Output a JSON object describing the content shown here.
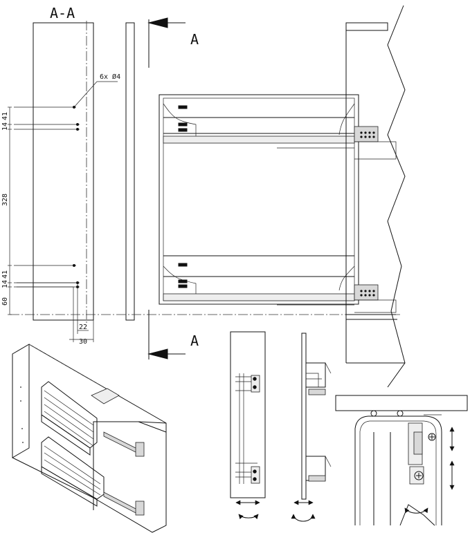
{
  "section_title": "A-A",
  "section_marker_top": "A",
  "section_marker_bottom": "A",
  "hole_note": "6x Ø4",
  "dimensions": {
    "d41_top": "41",
    "d14_top": "14",
    "d328": "328",
    "d41_bottom": "41",
    "d14_bottom": "14",
    "d60": "60",
    "d22": "22",
    "d30": "30"
  },
  "icons": {
    "rotate": "rotation-arrow-icon",
    "vertical_adjust": "vertical-double-arrow-icon",
    "horizontal_adjust": "horizontal-double-arrow-icon"
  }
}
